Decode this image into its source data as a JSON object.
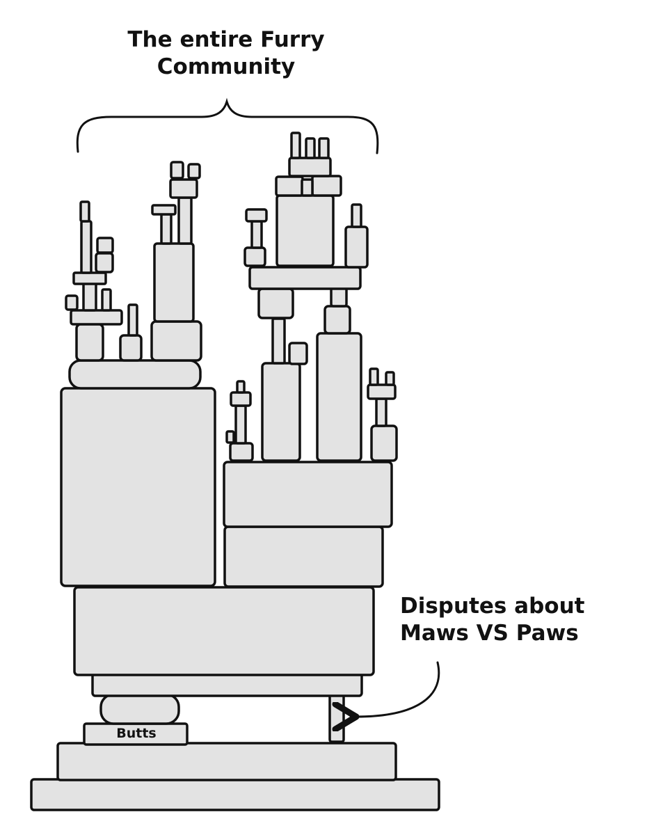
{
  "caption_top": {
    "line1": "The entire Furry",
    "line2": "Community"
  },
  "caption_right": {
    "line1": "Disputes about",
    "line2": "Maws VS Paws"
  },
  "base_label": "Butts",
  "colors": {
    "block_fill": "#e3e3e3",
    "stroke": "#111111",
    "background": "#ffffff"
  }
}
